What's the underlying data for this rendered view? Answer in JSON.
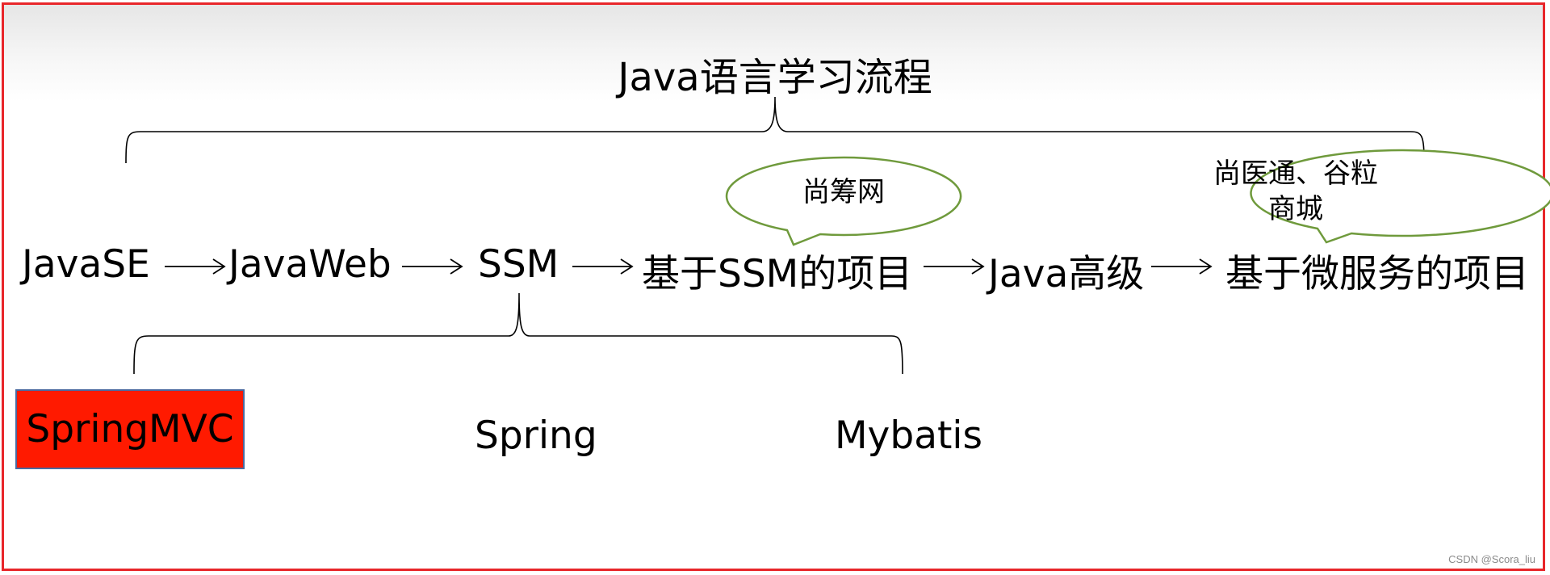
{
  "diagram": {
    "title": "Java语言学习流程",
    "flow": [
      "JavaSE",
      "JavaWeb",
      "SSM",
      "基于SSM的项目",
      "Java高级",
      "基于微服务的项目"
    ],
    "ssm_components": [
      "SpringMVC",
      "Spring",
      "Mybatis"
    ],
    "callouts": {
      "ssm_project": "尚筹网",
      "microservice_project_line1": "尚医通、谷粒",
      "microservice_project_line2": "商城"
    },
    "highlight": "SpringMVC"
  },
  "colors": {
    "frame_border": "#e8262a",
    "highlight_fill": "#ff1a00",
    "highlight_border": "#4a6aa0",
    "bubble_stroke": "#6f9a3c"
  },
  "credit": "CSDN @Scora_liu"
}
